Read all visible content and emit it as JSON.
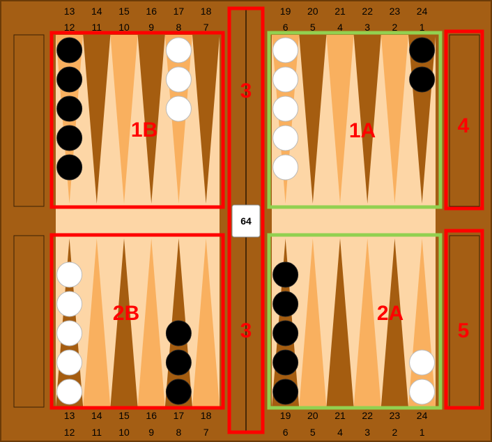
{
  "colors": {
    "frame": "#a45e14",
    "frame_edge": "#6b3b08",
    "felt": "#fdd6a6",
    "point_dark": "#a55d10",
    "point_light": "#f9b05f",
    "red": "#ff0000",
    "green": "#92d050",
    "checker_black": "#000000",
    "checker_white": "#ffffff"
  },
  "point_numbers": {
    "top_outer": [
      "13",
      "14",
      "15",
      "16",
      "17",
      "18",
      "19",
      "20",
      "21",
      "22",
      "23",
      "24"
    ],
    "top_inner": [
      "12",
      "11",
      "10",
      "9",
      "8",
      "7",
      "6",
      "5",
      "4",
      "3",
      "2",
      "1"
    ],
    "bottom_outer": [
      "13",
      "14",
      "15",
      "16",
      "17",
      "18",
      "19",
      "20",
      "21",
      "22",
      "23",
      "24"
    ],
    "bottom_inner": [
      "12",
      "11",
      "10",
      "9",
      "8",
      "7",
      "6",
      "5",
      "4",
      "3",
      "2",
      "1"
    ]
  },
  "zones": {
    "z1B": "1B",
    "z1A": "1A",
    "z2B": "2B",
    "z2A": "2A",
    "bar_top": "3",
    "bar_bottom": "3",
    "tray_top": "4",
    "tray_bottom": "5"
  },
  "doubling_cube": {
    "value": "64"
  },
  "checkers": [
    {
      "half": "top",
      "index": 0,
      "color": "black",
      "count": 5
    },
    {
      "half": "top",
      "index": 4,
      "color": "white",
      "count": 3
    },
    {
      "half": "top",
      "index": 6,
      "color": "white",
      "count": 5
    },
    {
      "half": "top",
      "index": 11,
      "color": "black",
      "count": 2
    },
    {
      "half": "bottom",
      "index": 0,
      "color": "white",
      "count": 5
    },
    {
      "half": "bottom",
      "index": 4,
      "color": "black",
      "count": 3
    },
    {
      "half": "bottom",
      "index": 6,
      "color": "black",
      "count": 5
    },
    {
      "half": "bottom",
      "index": 11,
      "color": "white",
      "count": 2
    }
  ]
}
